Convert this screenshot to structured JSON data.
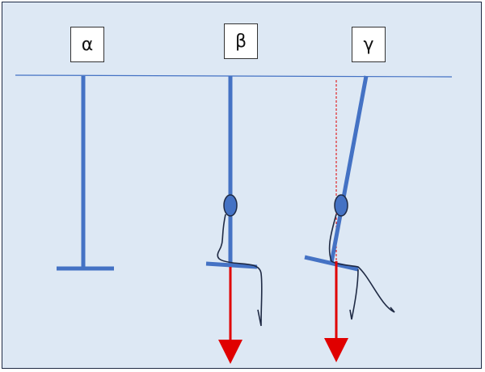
{
  "labels": {
    "alpha": "α",
    "beta": "β",
    "gamma": "γ"
  },
  "colors": {
    "background": "#dde8f4",
    "rod": "#4472c4",
    "ceiling_line": "#4472c4",
    "string": "#1f2a44",
    "force_arrow": "#e00000",
    "vertical_reference": "#e00000"
  }
}
